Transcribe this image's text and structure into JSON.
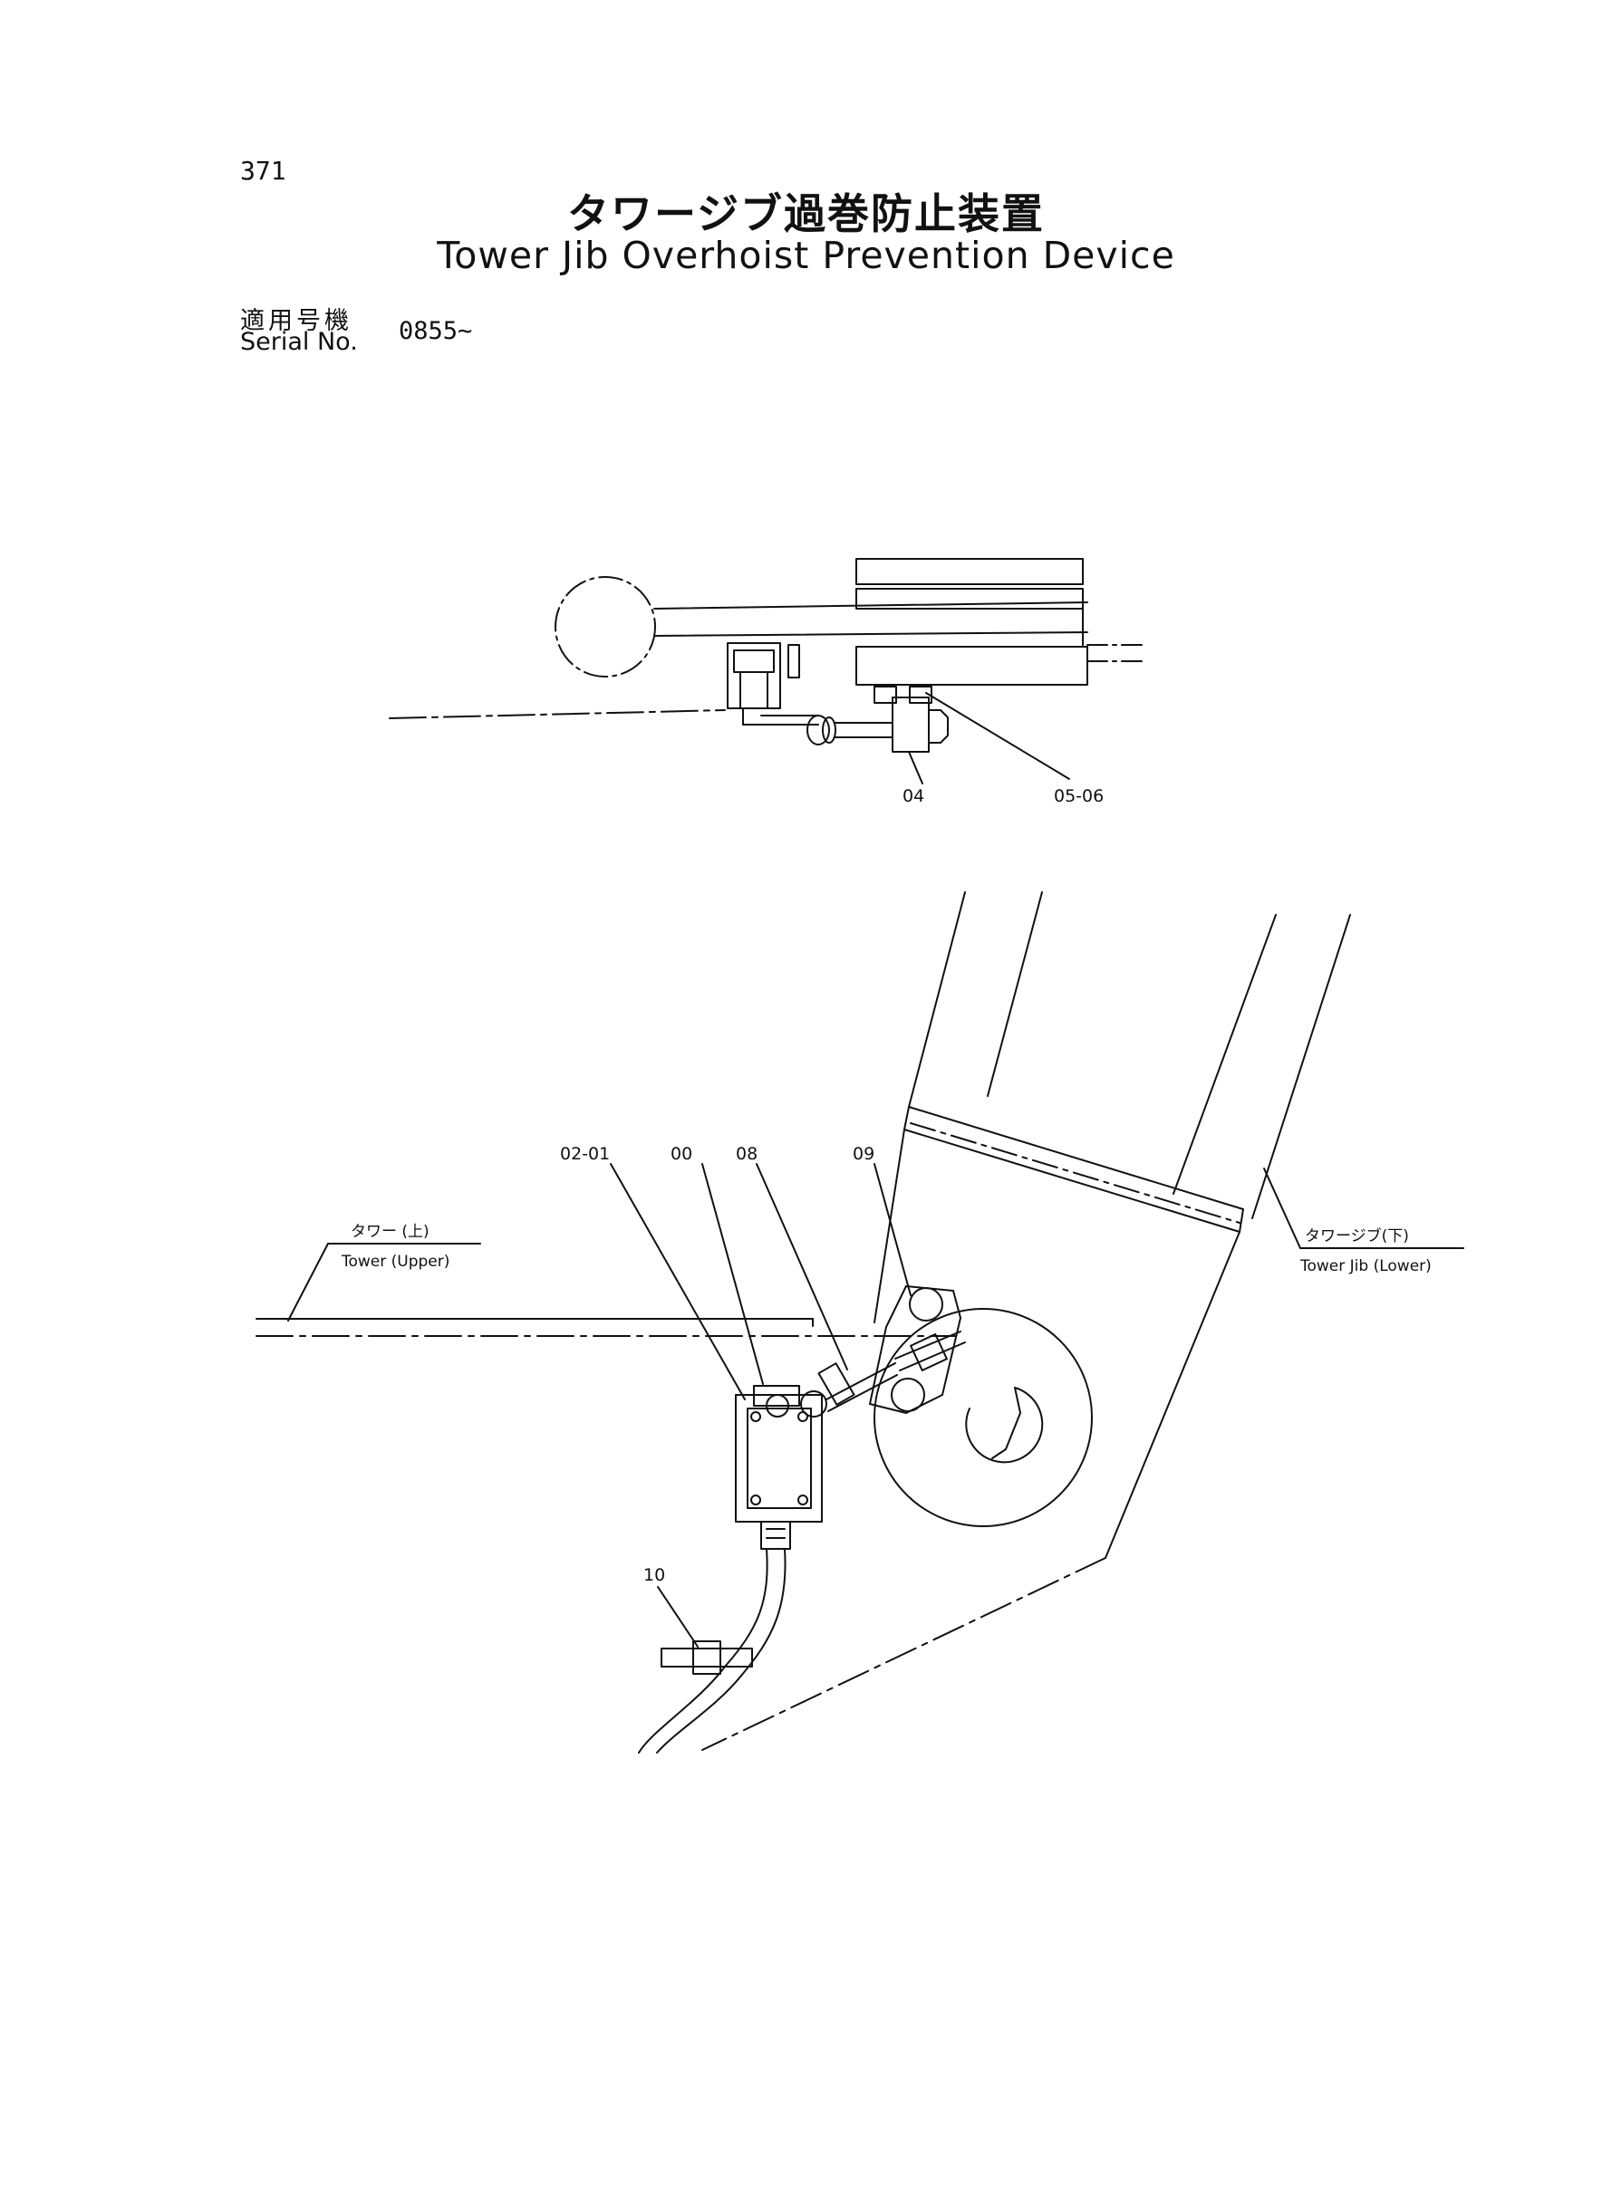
{
  "page": {
    "number": "371",
    "title_jp": "タワージブ過巻防止装置",
    "title_en": "Tower Jib Overhoist Prevention Device",
    "serial_label_jp": "適用号機",
    "serial_label_en": "Serial No.",
    "serial_value": "0855~"
  },
  "diagram": {
    "top_view_labels": {
      "part_04": "04",
      "part_05_06": "05-06"
    },
    "main_view_labels": {
      "part_02_01": "02-01",
      "part_00": "00",
      "part_08": "08",
      "part_09": "09",
      "part_10": "10",
      "tower_upper_jp": "タワー (上)",
      "tower_upper_en": "Tower (Upper)",
      "tower_jib_lower_jp": "タワージブ(下)",
      "tower_jib_lower_en": "Tower Jib (Lower)"
    }
  }
}
